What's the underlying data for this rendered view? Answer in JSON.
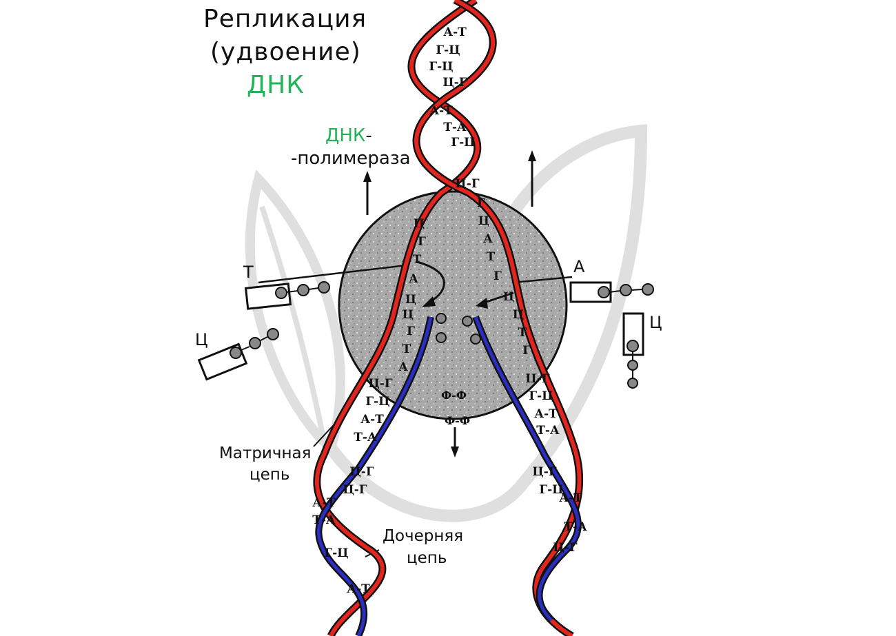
{
  "title": {
    "line1": "Репликация",
    "line2": "(удвоение)",
    "line3": "ДНК"
  },
  "labels": {
    "polymerase_top": "ДНК",
    "polymerase_dash": "-",
    "polymerase_bottom": "-полимераза",
    "nucleotide_t": "Т",
    "nucleotide_a": "А",
    "nucleotide_c_left": "Ц",
    "nucleotide_c_right": "Ц",
    "phosphate_pair": "Ф-Ф",
    "template_strand_line1": "Матричная",
    "template_strand_line2": "цепь",
    "daughter_strand_line1": "Дочерняя",
    "daughter_strand_line2": "цепь"
  },
  "base_pairs": {
    "top_helix": [
      "А-Т",
      "Г-Ц",
      "Г-Ц",
      "Ц-Г",
      "А-Т",
      "Т-А",
      "Г-Ц",
      "Ц-Г"
    ],
    "enzyme_left": [
      "Ц",
      "Г",
      "Т",
      "А",
      "Ц",
      "Ц",
      "Г",
      "Т",
      "А"
    ],
    "enzyme_right": [
      "Г",
      "Ц",
      "А",
      "Т",
      "Г",
      "Ц",
      "Ц",
      "Т",
      "Г"
    ],
    "left_helix": [
      "Ц-Г",
      "Г-Ц",
      "А-Т",
      "Т-А",
      "Ц-Г",
      "Ц-Г",
      "А-Т",
      "Т-А",
      "Г-Ц",
      "А-Т"
    ],
    "right_helix": [
      "Ц-Г",
      "Г-Ц",
      "А-Т",
      "Т-А",
      "Ц-Г",
      "Г-Ц",
      "А-Т",
      "Т-А",
      "Ц-Г"
    ]
  },
  "colors": {
    "template_strand": "#e0261f",
    "daughter_strand": "#2a2fc0",
    "enzyme_fill": "#a7a7a7",
    "title_accent": "#22b35a",
    "watermark": "#d9d9d9"
  }
}
